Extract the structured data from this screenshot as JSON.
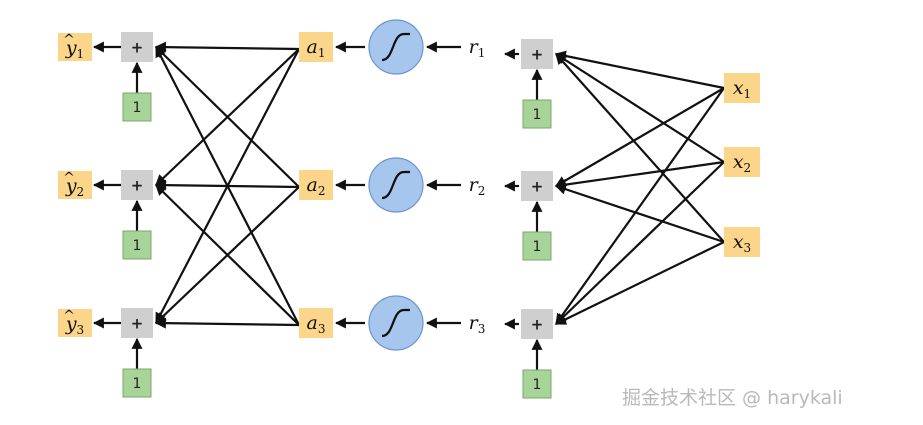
{
  "diagram": {
    "colors": {
      "output_box": "#fbd58a",
      "sum_box": "#cfcfcf",
      "bias_box": "#a8d49a",
      "sigmoid": "#a7c6ee",
      "edge": "#111111"
    },
    "outputs": [
      {
        "symbol": "y",
        "hat": "^",
        "sub": "1"
      },
      {
        "symbol": "y",
        "hat": "^",
        "sub": "2"
      },
      {
        "symbol": "y",
        "hat": "^",
        "sub": "3"
      }
    ],
    "sum_label": "+",
    "bias_label": "1",
    "hidden": [
      {
        "symbol": "a",
        "sub": "1"
      },
      {
        "symbol": "a",
        "sub": "2"
      },
      {
        "symbol": "a",
        "sub": "3"
      }
    ],
    "pre_activation": [
      {
        "symbol": "r",
        "sub": "1"
      },
      {
        "symbol": "r",
        "sub": "2"
      },
      {
        "symbol": "r",
        "sub": "3"
      }
    ],
    "inputs": [
      {
        "symbol": "x",
        "sub": "1"
      },
      {
        "symbol": "x",
        "sub": "2"
      },
      {
        "symbol": "x",
        "sub": "3"
      }
    ],
    "activation_icon": "sigmoid-icon"
  },
  "watermark": "掘金技术社区 @ harykali"
}
